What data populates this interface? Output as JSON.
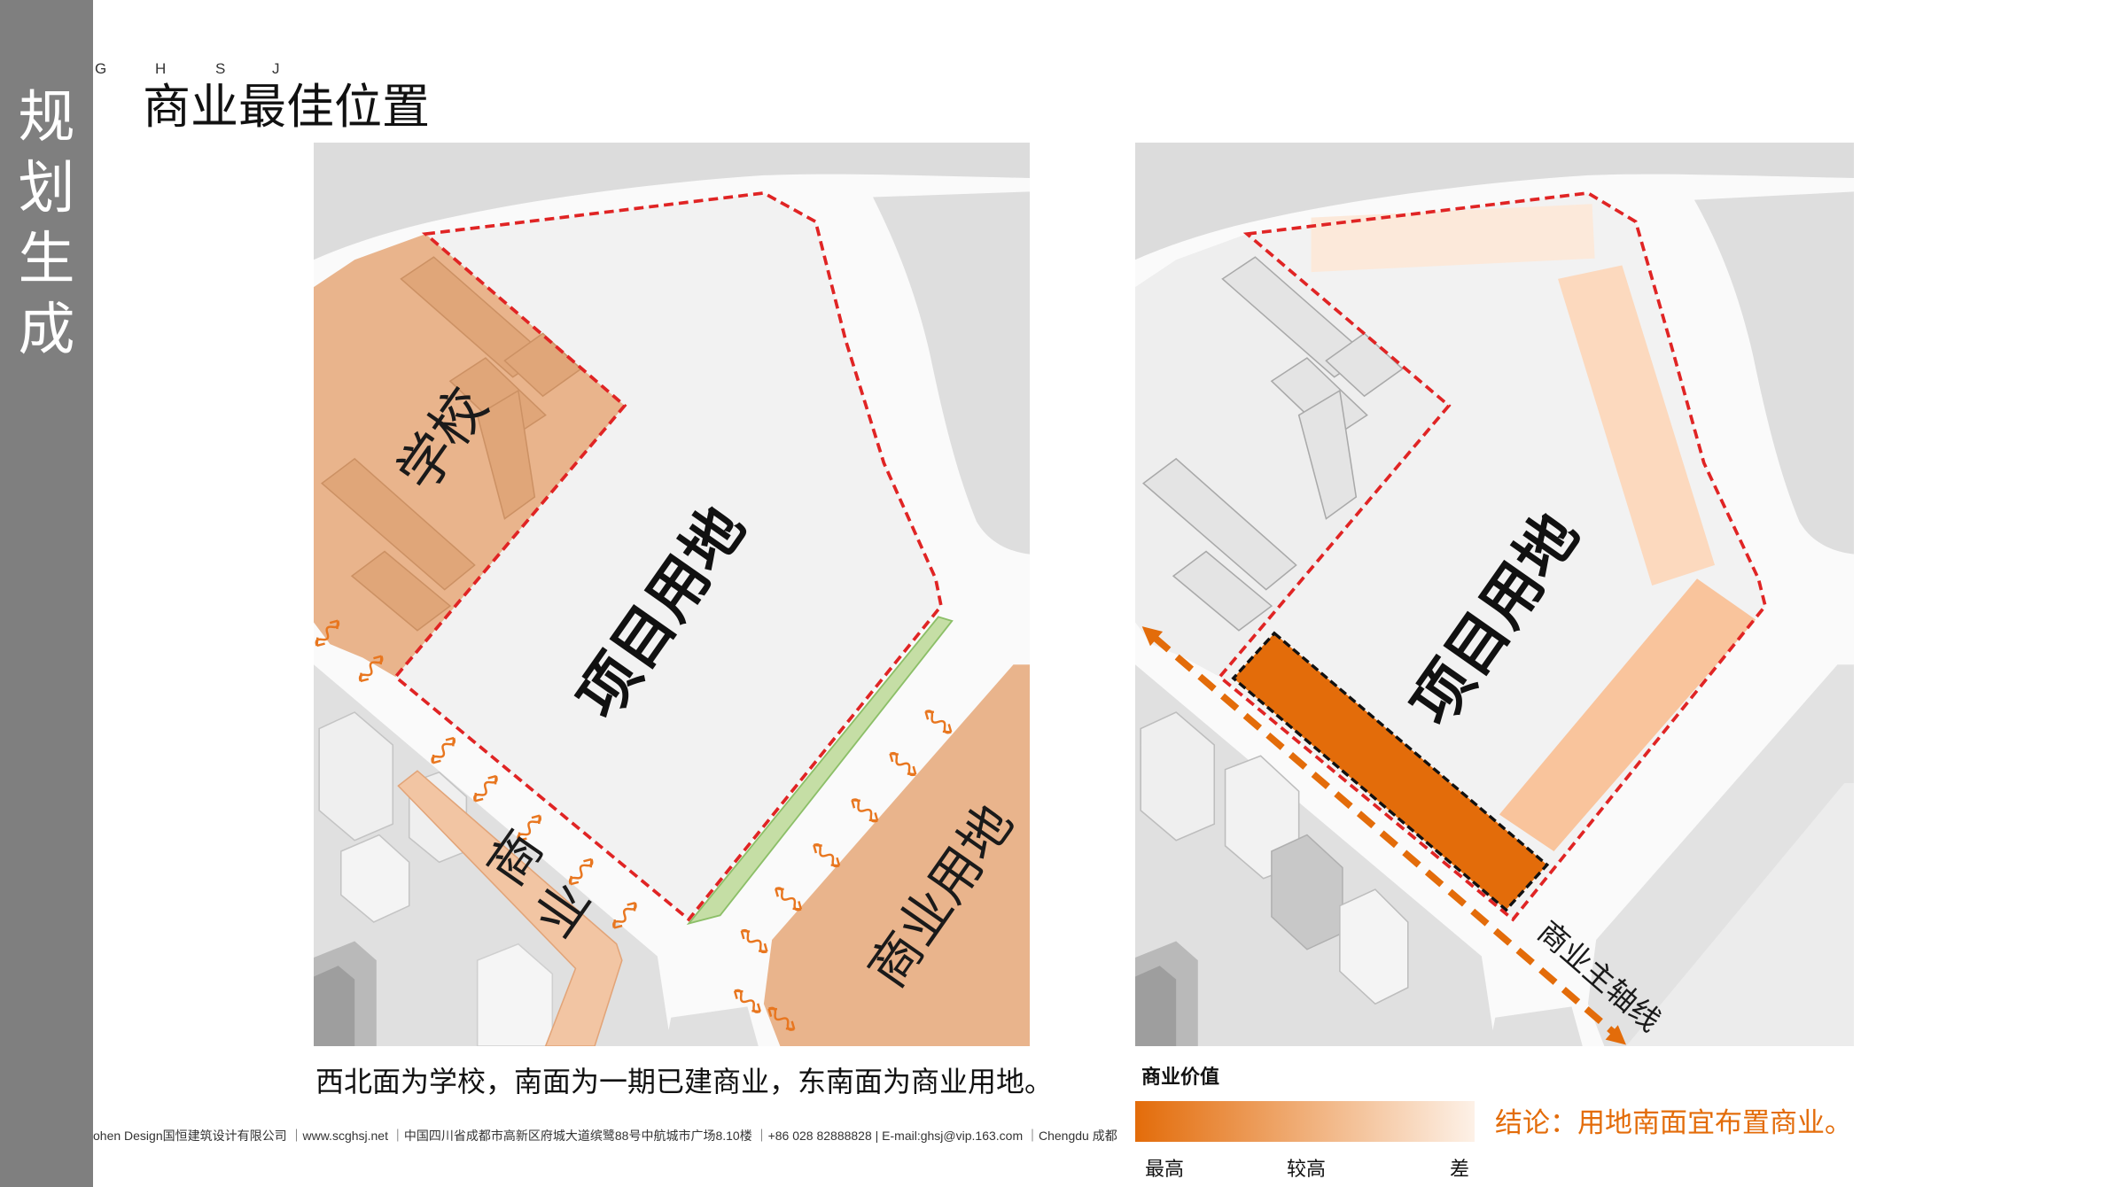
{
  "sidebar": {
    "title_chars": [
      "规",
      "划",
      "生",
      "成"
    ]
  },
  "header": {
    "letters": [
      "G",
      "H",
      "S",
      "J"
    ],
    "title": "商业最佳位置"
  },
  "left_map": {
    "school_label": "学校",
    "site_label": "项目用地",
    "commercial_land_label": "商业用地",
    "existing_commercial_label": [
      "商",
      "业"
    ]
  },
  "caption": "西北面为学校，南面为一期已建商业，东南面为商业用地。",
  "right_map": {
    "site_label": "项目用地",
    "axis_label": "商业主轴线"
  },
  "legend": {
    "title": "商业价值",
    "labels": [
      "最高",
      "较高",
      "差"
    ],
    "gradient_colors": [
      "#e36c0a",
      "#fdf1e7"
    ]
  },
  "conclusion": "结论：用地南面宜布置商业。",
  "footer": "ohen Design国恒建筑设计有限公司 ｜www.scghsj.net ｜中国四川省成都市高新区府城大道缤鹭88号中航城市广场8.10楼 ｜+86 028 82888828 | E-mail:ghsj@vip.163.com ｜Chengdu 成都",
  "colors": {
    "accent": "#e36c0a",
    "boundary": "#e02424",
    "sidebar": "#7f7f7f",
    "commercial_land": "#e9b48c",
    "green_strip": "#c5dea5"
  }
}
